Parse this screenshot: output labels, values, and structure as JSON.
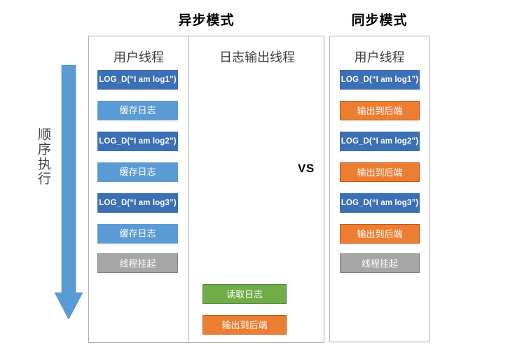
{
  "diagram": {
    "async_title": "异步模式",
    "sync_title": "同步模式",
    "vs_label": "VS",
    "sequence_label": "顺序执行",
    "colors": {
      "blue_dark": "#3b6fb6",
      "blue_light": "#5b9bd5",
      "grey": "#a6a6a6",
      "green": "#70ad47",
      "orange": "#ed7d31",
      "panel_border": "#aeaeae",
      "arrow": "#5b9bd5"
    }
  },
  "async_panel": {
    "user_thread": {
      "header": "用户线程",
      "steps": [
        {
          "label": "LOG_D(“I am log1”)",
          "style": "blue-dark"
        },
        {
          "label": "缓存日志",
          "style": "blue-light"
        },
        {
          "label": "LOG_D(“I am log2”)",
          "style": "blue-dark"
        },
        {
          "label": "缓存日志",
          "style": "blue-light"
        },
        {
          "label": "LOG_D(“I am log3”)",
          "style": "blue-dark"
        },
        {
          "label": "缓存日志",
          "style": "blue-light"
        },
        {
          "label": "线程挂起",
          "style": "grey"
        }
      ]
    },
    "logger_thread": {
      "header": "日志输出线程",
      "steps": [
        {
          "label": "读取日志",
          "style": "green"
        },
        {
          "label": "输出到后端",
          "style": "orange"
        }
      ]
    }
  },
  "sync_panel": {
    "user_thread": {
      "header": "用户线程",
      "steps": [
        {
          "label": "LOG_D(“I am log1”)",
          "style": "blue-dark"
        },
        {
          "label": "输出到后端",
          "style": "orange"
        },
        {
          "label": "LOG_D(“I am log2”)",
          "style": "blue-dark"
        },
        {
          "label": "输出到后端",
          "style": "orange"
        },
        {
          "label": "LOG_D(“I am log3”)",
          "style": "blue-dark"
        },
        {
          "label": "输出到后端",
          "style": "orange"
        },
        {
          "label": "线程挂起",
          "style": "grey"
        }
      ]
    }
  }
}
